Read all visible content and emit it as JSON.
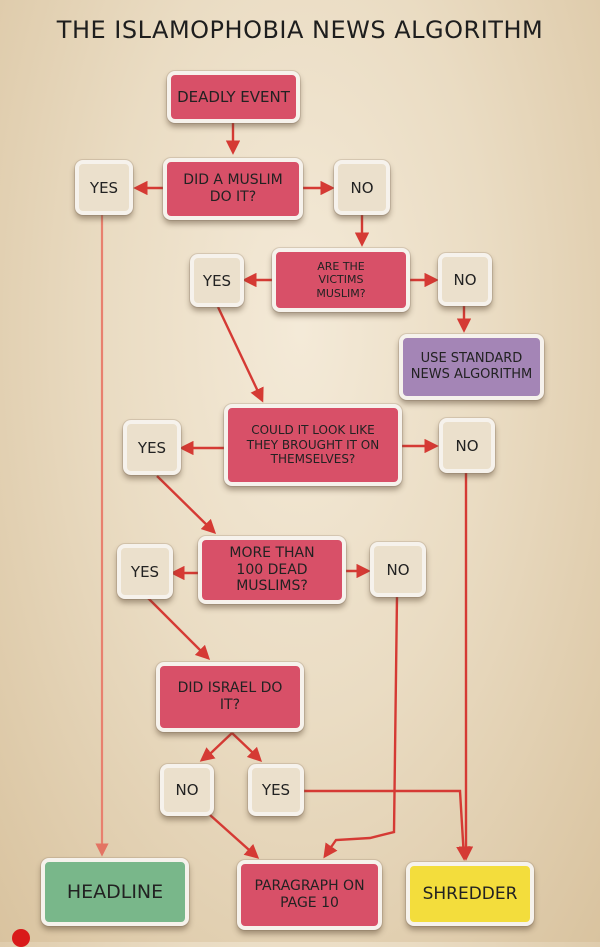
{
  "title": "THE ISLAMOPHOBIA NEWS ALGORITHM",
  "nodes": {
    "deadly_event": "DEADLY EVENT",
    "did_muslim": "DID A MUSLIM\nDO IT?",
    "yes_1": "YES",
    "no_1": "NO",
    "victims_muslim": "ARE THE\nVICTIMS\nMUSLIM?",
    "yes_2": "YES",
    "no_2": "NO",
    "standard_algorithm": "USE STANDARD\nNEWS ALGORITHM",
    "brought_on": "COULD IT LOOK LIKE\nTHEY BROUGHT IT ON\nTHEMSELVES?",
    "yes_3": "YES",
    "no_3": "NO",
    "more_than_100": "MORE THAN\n100 DEAD\nMUSLIMS?",
    "yes_4": "YES",
    "no_4": "NO",
    "israel": "DID ISRAEL DO\nIT?",
    "no_5": "NO",
    "yes_5": "YES",
    "headline": "HEADLINE",
    "paragraph": "PARAGRAPH ON\nPAGE 10",
    "shredder": "SHREDDER"
  }
}
